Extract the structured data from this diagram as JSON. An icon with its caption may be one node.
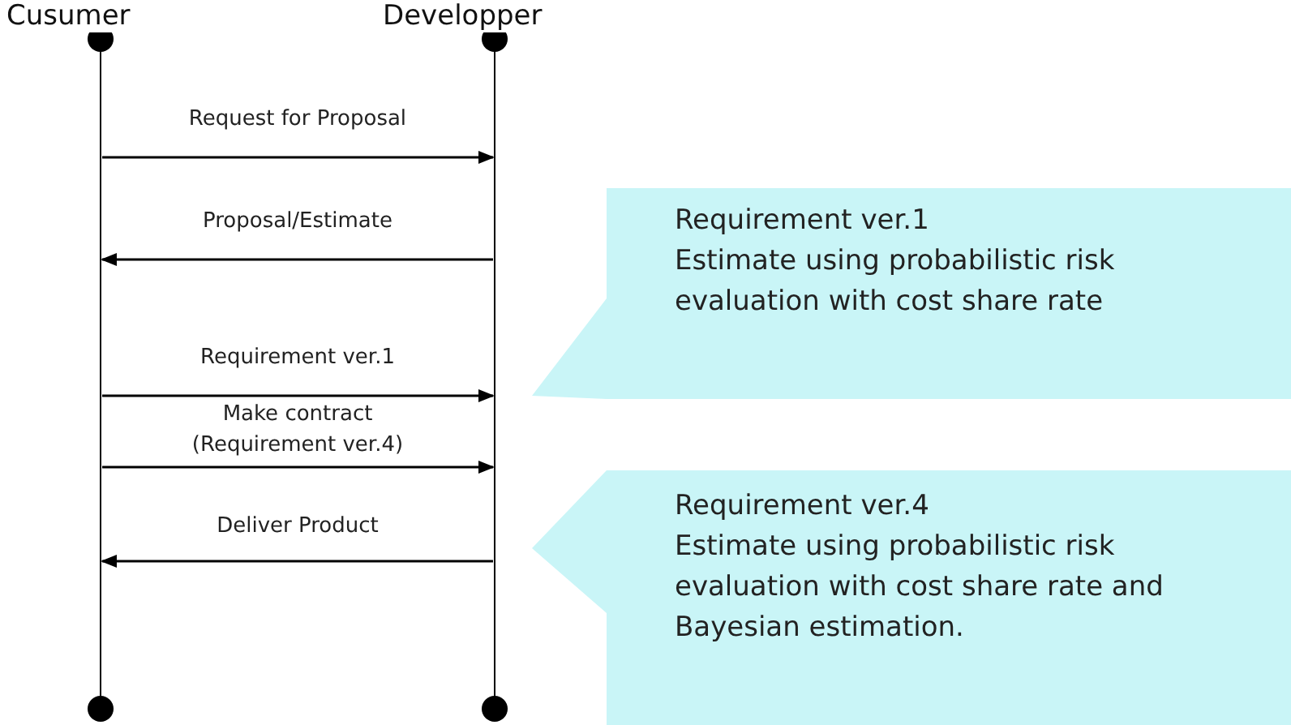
{
  "diagram": {
    "nodes": [
      {
        "text": [
          "Cusumer"
        ]
      },
      {
        "text": [
          "Developper"
        ]
      },
      {
        "text": [
          "Requirement ver.1",
          "Estimate using probabilistic risk evaluation with cost share rate"
        ]
      },
      {
        "text": [
          "Requirement ver.4",
          "Estimate using probabilistic risk evaluation with cost share rate and Bayesian estimation."
        ]
      }
    ],
    "edges": [
      {
        "from": 0,
        "to": 1,
        "arrow": "to",
        "label": "Request for Proposal"
      },
      {
        "from": 1,
        "to": 0,
        "arrow": "to",
        "label": "Proposal/Estimate"
      },
      {
        "from": 0,
        "to": 1,
        "arrow": "to",
        "label": "Requirement ver.1"
      },
      {
        "from": 0,
        "to": 1,
        "arrow": "to",
        "label": "Make contract (Requirement ver.4)"
      },
      {
        "from": 1,
        "to": 0,
        "arrow": "to",
        "label": "Deliver Product"
      }
    ]
  }
}
